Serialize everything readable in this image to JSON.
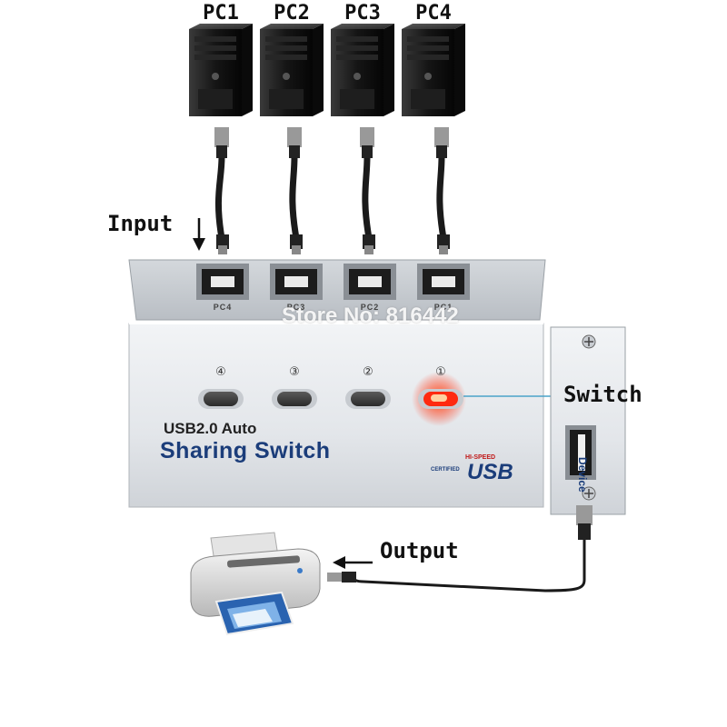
{
  "pcs": [
    {
      "label": "PC1"
    },
    {
      "label": "PC2"
    },
    {
      "label": "PC3"
    },
    {
      "label": "PC4"
    }
  ],
  "callouts": {
    "input": "Input",
    "switch": "Switch",
    "output": "Output"
  },
  "hub": {
    "port_labels": [
      "PC4",
      "PC3",
      "PC2",
      "PC1"
    ],
    "button_numbers": [
      "④",
      "③",
      "②",
      "①"
    ],
    "model_line": "USB2.0 Auto",
    "product_name": "Sharing Switch",
    "device_port_label": "Device",
    "usb_logo": {
      "top_text": "HI-SPEED",
      "side_text": "CERTIFIED",
      "main_text": "USB"
    },
    "active_button": "①"
  },
  "watermark": "Store No: 816442",
  "colors": {
    "brand_blue": "#1b3d7a",
    "led_red": "#ff2a10",
    "hub_silver": "#e2e6ea",
    "callout_line": "#4aa3c8"
  }
}
